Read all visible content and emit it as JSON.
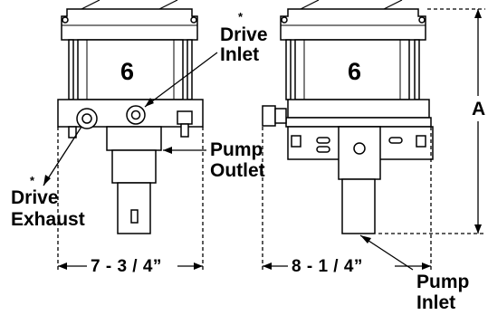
{
  "labels": {
    "asterisk": "*",
    "drive_inlet": [
      "Drive",
      "Inlet"
    ],
    "drive_exhaust": [
      "Drive",
      "Exhaust"
    ],
    "pump_outlet": [
      "Pump",
      "Outlet"
    ],
    "pump_inlet": [
      "Pump",
      "Inlet"
    ],
    "dim_width_left": "7 - 3 / 4”",
    "dim_width_right": "8 - 1 / 4”",
    "dim_height": "A",
    "left_view_number": "6",
    "right_view_number": "6"
  }
}
